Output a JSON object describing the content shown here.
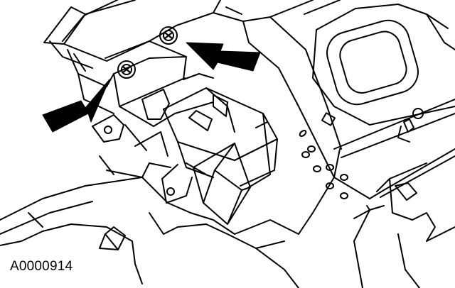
{
  "figure": {
    "figure_id": "A0000914",
    "ink_color": "#000000",
    "paper_color": "#ffffff",
    "callouts": [
      {
        "icon": "arrow-icon",
        "points_to": "upper-screw"
      },
      {
        "icon": "arrow-icon",
        "points_to": "lower-screw"
      }
    ],
    "screws": [
      {
        "icon": "screw-icon",
        "name": "upper-screw"
      },
      {
        "icon": "screw-icon",
        "name": "lower-screw"
      }
    ]
  }
}
